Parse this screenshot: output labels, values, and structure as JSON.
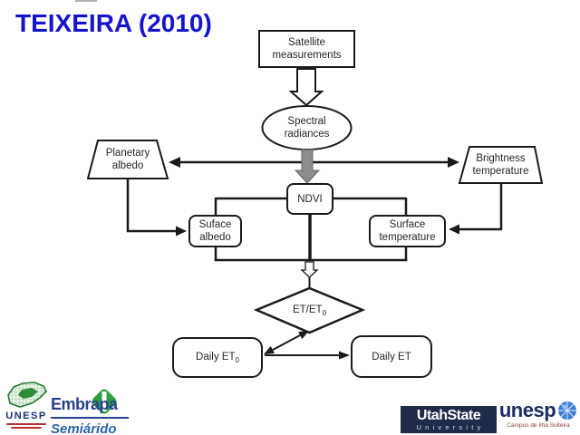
{
  "slide": {
    "title": "TEIXEIRA (2010)",
    "title_color": "#1414cd"
  },
  "diagram": {
    "satellite": {
      "line1": "Satellite",
      "line2": "measurements"
    },
    "spectral": {
      "line1": "Spectral",
      "line2": "radiances"
    },
    "planetary": {
      "line1": "Planetary",
      "line2": "albedo"
    },
    "brightness": {
      "line1": "Brightness",
      "line2": "temperature"
    },
    "ndvi": {
      "label": "NDVI"
    },
    "surface_albedo": {
      "line1": "Suface",
      "line2": "albedo"
    },
    "surface_temperature": {
      "line1": "Surface",
      "line2": "temperature"
    },
    "et_ratio": {
      "main": "ET/ET",
      "sub": "0"
    },
    "daily_et0": {
      "main": "Daily ET",
      "sub": "0"
    },
    "daily_et": {
      "label": "Daily ET"
    },
    "colors": {
      "line": "#1a1a1a",
      "gray_arrow_fill": "#8c8c8c",
      "gray_arrow_stroke": "#666666"
    }
  },
  "footer": {
    "unesp_left": {
      "acronym": "UNESP"
    },
    "embrapa": {
      "name": "Embrapa",
      "unit": "Semiárido"
    },
    "utah_state": {
      "name": "UtahState",
      "line2": "University"
    },
    "unesp_right": {
      "wordmark": "unesp",
      "campus": "Campus de Ilha Solteira"
    }
  }
}
